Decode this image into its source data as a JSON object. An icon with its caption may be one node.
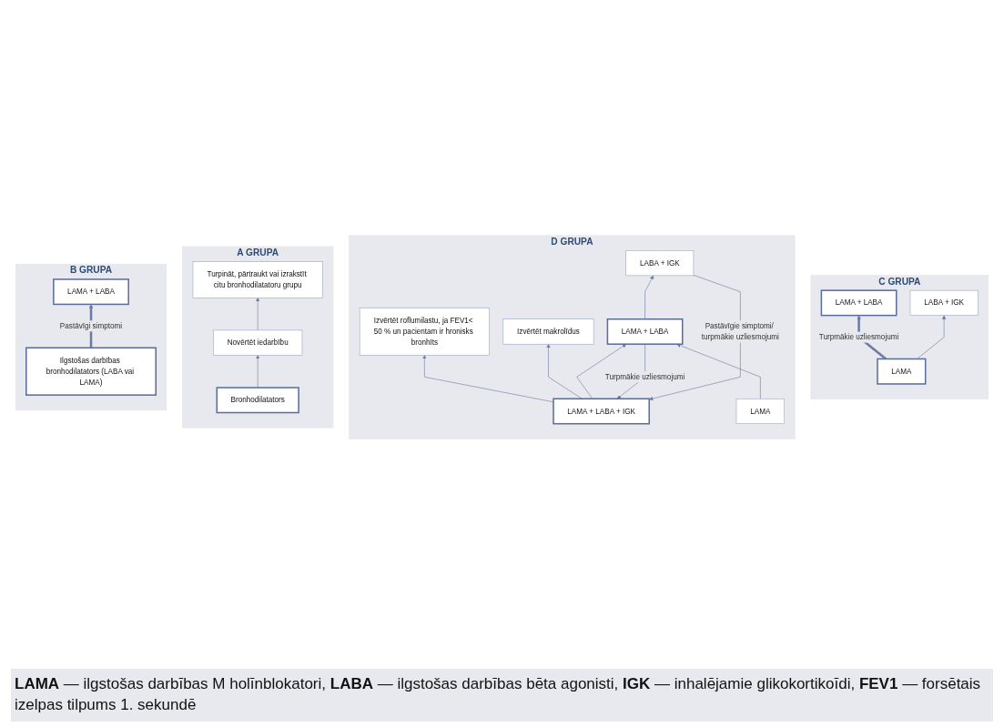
{
  "diagram": {
    "caption": "**LAMA** — ilgstošas darbības M holīnblokatori, **LABA** — ilgstošas darbības bēta agonisti, **IGK** — inhalējamie glikokortikoīdi, **FEV1** — forsētais izelpas tilpums 1. sekundē",
    "nodes": [
      {
        "text": [
          "C GRUPA"
        ]
      },
      {
        "text": [
          "LAMA + LABA"
        ],
        "in": 0
      },
      {
        "text": [
          "LABA + IGK"
        ],
        "in": 0
      },
      {
        "text": [
          "LAMA"
        ],
        "in": 0
      },
      {
        "text": [
          "D GRUPA"
        ]
      },
      {
        "text": [
          "Izvērtēt roflumilastu, ja FEV1< 50 % un pacientam ir hronisks bronhīts"
        ],
        "in": 4
      },
      {
        "text": [
          "Izvērtēt makrolīdus"
        ],
        "in": 4
      },
      {
        "text": [
          "LAMA + LABA + IGK"
        ],
        "in": 4
      },
      {
        "text": [
          "LAMA"
        ],
        "in": 4
      },
      {
        "text": [
          "LAMA + LABA"
        ],
        "in": 4
      },
      {
        "text": [
          "LABA + IGK"
        ],
        "in": 4
      },
      {
        "text": [
          "A GRUPA"
        ]
      },
      {
        "text": [
          "Turpināt, pārtraukt vai izrakstīt citu bronhodilatatoru grupu"
        ],
        "in": 11
      },
      {
        "text": [
          "Novērtēt iedarbību"
        ],
        "in": 11
      },
      {
        "text": [
          "Bronhodilatators"
        ],
        "in": 11
      },
      {
        "text": [
          "B GRUPA"
        ]
      },
      {
        "text": [
          "LAMA + LABA"
        ],
        "in": 15
      },
      {
        "text": [
          "Ilgstošas darbības bronhodilatators (LABA vai LAMA)"
        ],
        "in": 15
      }
    ],
    "edges": [
      {
        "from": 3,
        "to": 1,
        "arrow": "to",
        "label": "Turpmākie uzliesmojumi",
        "style": "thick"
      },
      {
        "from": 3,
        "to": 2,
        "arrow": "to"
      },
      {
        "from": 7,
        "to": 5,
        "arrow": "to"
      },
      {
        "from": 7,
        "to": 6,
        "arrow": "to"
      },
      {
        "from": 9,
        "to": 7,
        "arrow": "to",
        "label": "Turpmākie uzliesmojumi"
      },
      {
        "from": 7,
        "to": 9,
        "arrow": "to"
      },
      {
        "from": 10,
        "to": 7,
        "arrow": "to",
        "label": "Pastāvīgie simptomi/ turpmākie uzliesmojumi"
      },
      {
        "from": 8,
        "to": 9,
        "arrow": "to"
      },
      {
        "from": 9,
        "to": 10,
        "arrow": "to"
      },
      {
        "from": 14,
        "to": 13,
        "arrow": "to"
      },
      {
        "from": 13,
        "to": 12,
        "arrow": "to"
      },
      {
        "from": 17,
        "to": 16,
        "arrow": "to",
        "label": "Pastāvīgi simptomi",
        "style": "thick"
      }
    ]
  }
}
